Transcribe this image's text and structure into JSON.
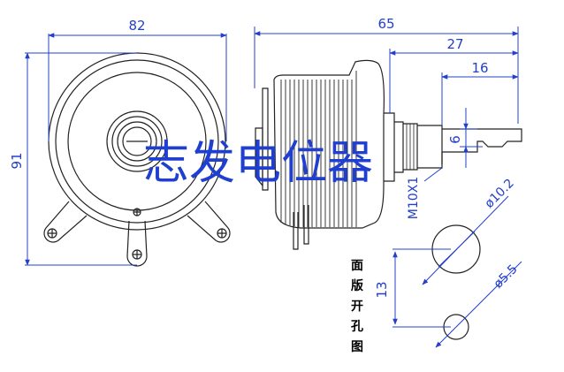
{
  "watermark": "志发电位器",
  "dimensions": {
    "front_width": "82",
    "front_height": "91",
    "side_length": "65",
    "shaft_length": "27",
    "shaft_tip": "16",
    "flat": "6",
    "thread": "M10X1",
    "hole_spacing": "13",
    "hole_large": "ø10.2",
    "hole_small": "ø5.5"
  },
  "panel_cutout_label": [
    "面",
    "版",
    "开",
    "孔",
    "图"
  ],
  "colors": {
    "dimension": "#2440c8",
    "drawing": "#222222",
    "watermark": "#1f3fd0"
  }
}
